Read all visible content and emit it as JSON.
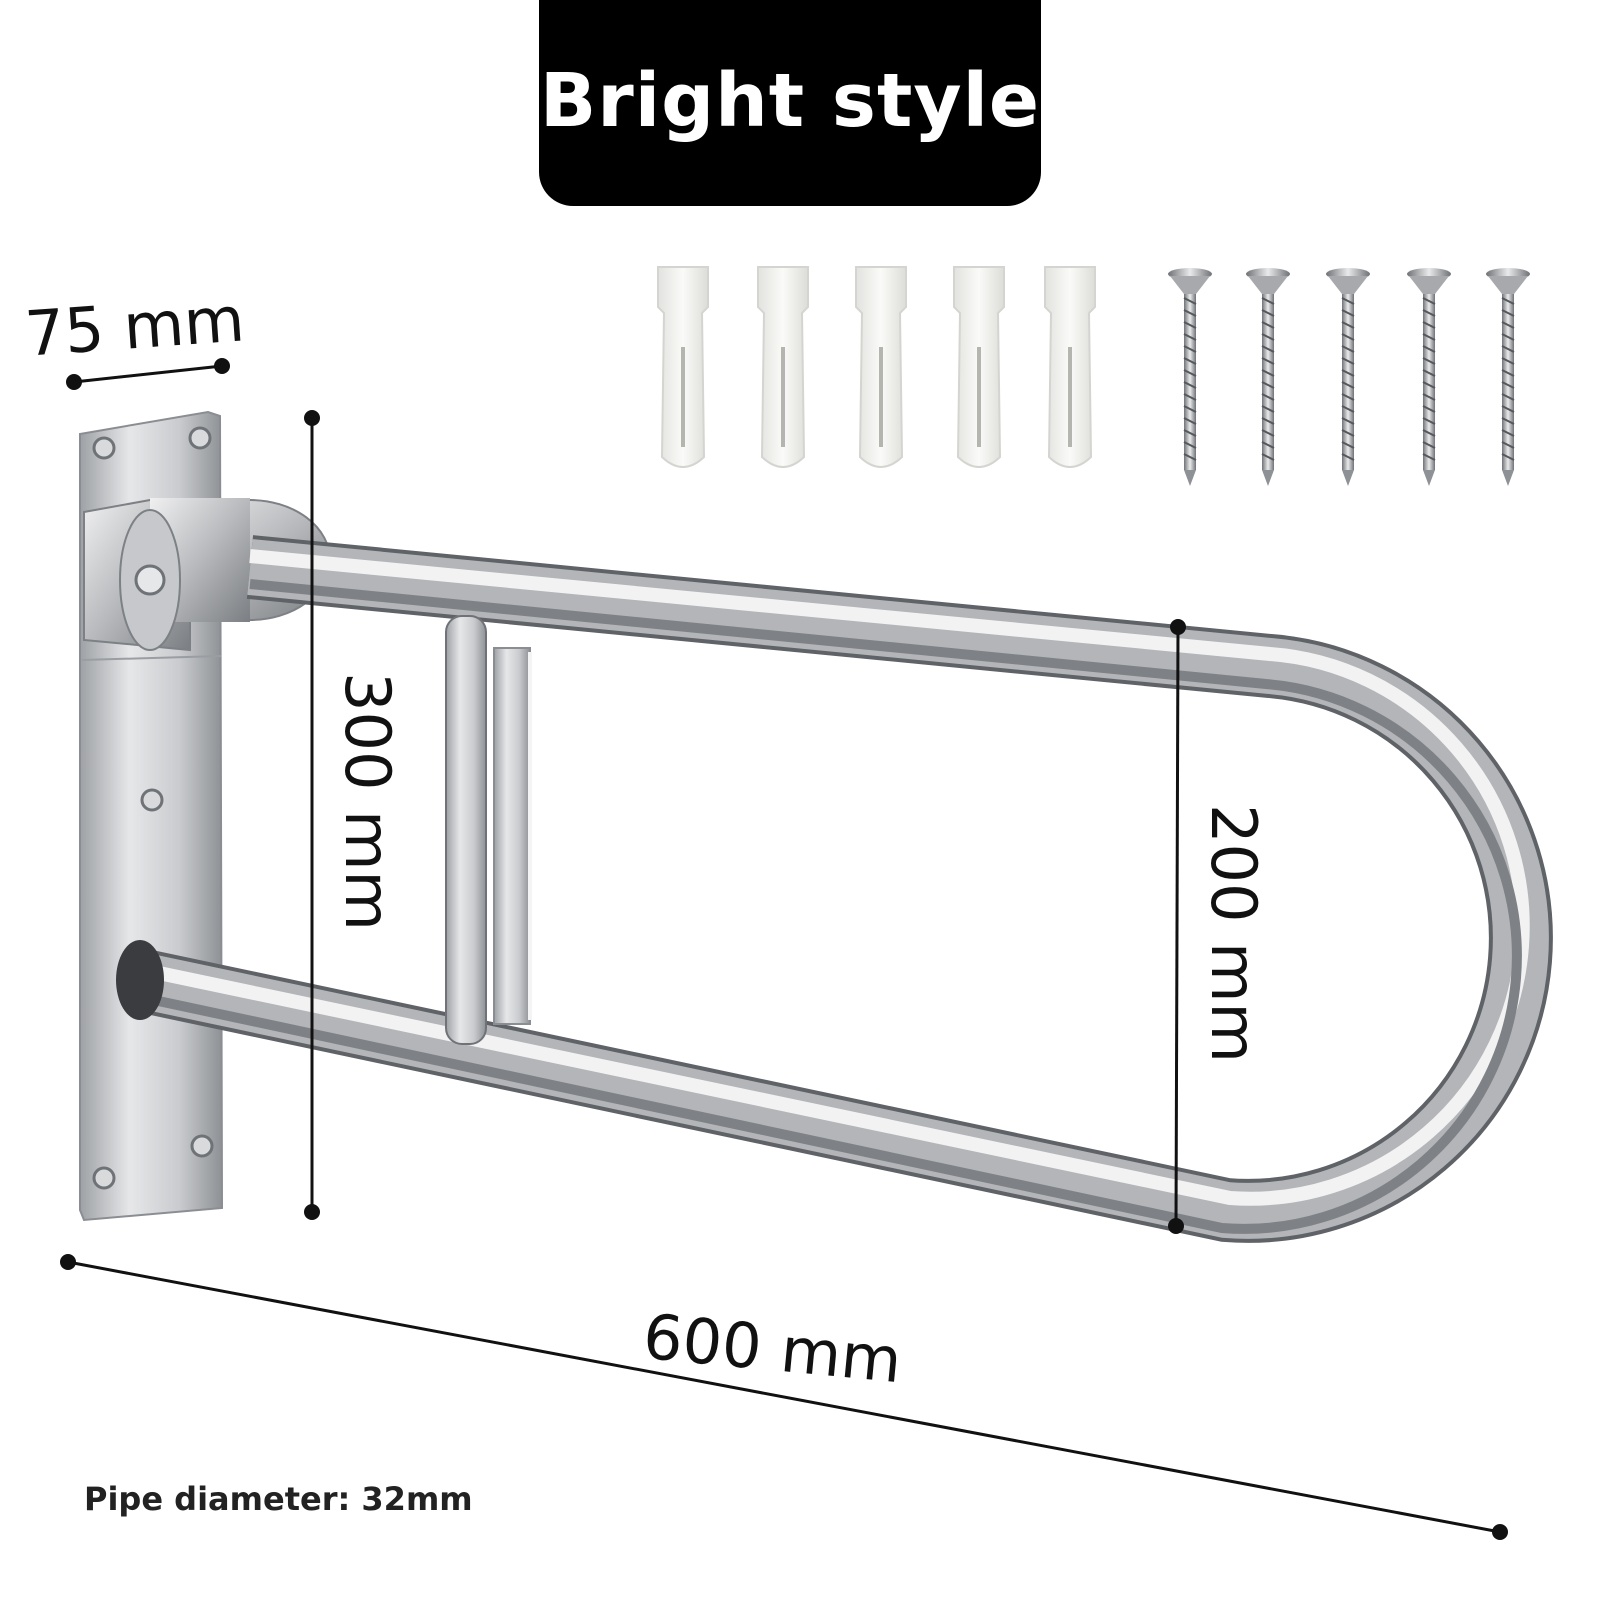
{
  "title": "Bright style",
  "dimensions": {
    "plate_width": "75 mm",
    "height": "300 mm",
    "loop_height": "200 mm",
    "length": "600 mm"
  },
  "note": "Pipe diameter: 32mm",
  "hardware": {
    "anchors": 5,
    "screws": 5
  },
  "colors": {
    "banner": "#000000",
    "steel": "#b8babd",
    "anchor": "#f2f2f0"
  }
}
